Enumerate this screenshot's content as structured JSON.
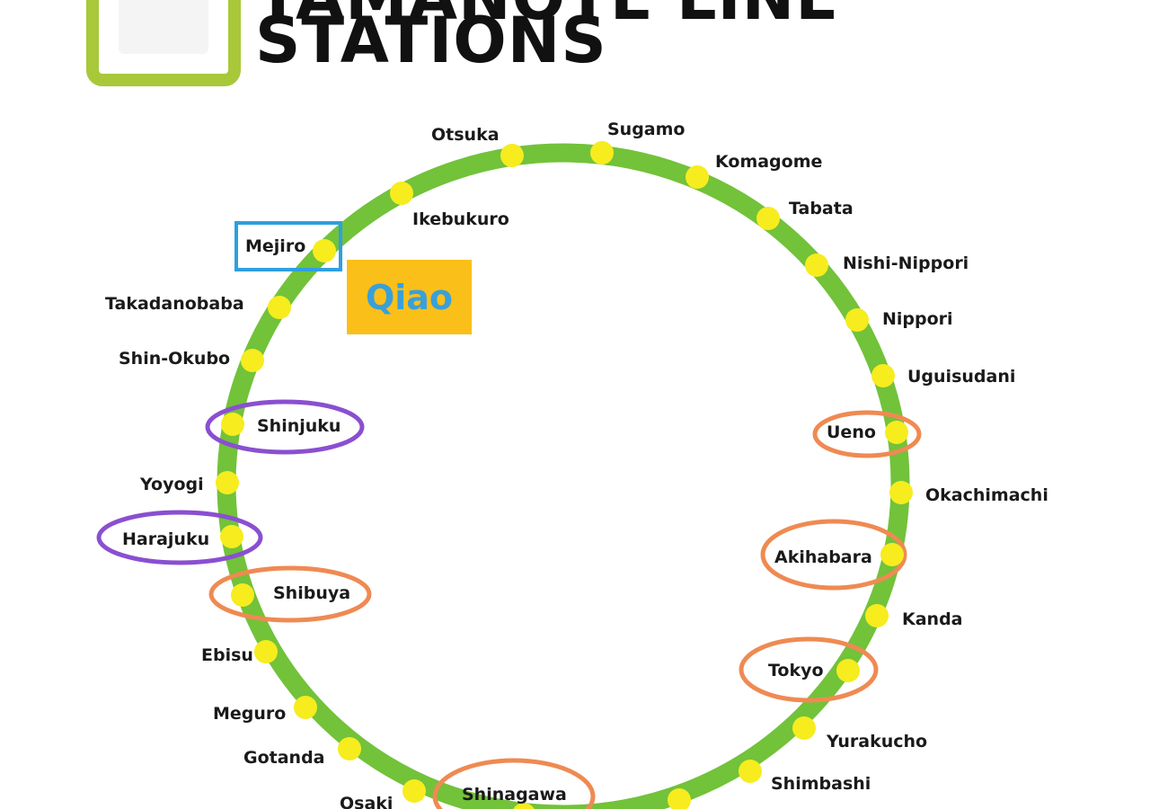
{
  "header": {
    "title_line1": "YAMANOTE LINE",
    "title_line2": "STATIONS"
  },
  "badge": {
    "text": "Qiao"
  },
  "colors": {
    "line": "#72c23a",
    "station": "#f6ec1e",
    "frame": "#a8c83a",
    "highlight_orange": "#ef8a52",
    "highlight_purple": "#8a4fd0",
    "highlight_blue": "#2f9fe0",
    "badge_bg": "#fbbf1a",
    "badge_text": "#3aa0d8"
  },
  "stations": [
    {
      "name": "Otsuka",
      "highlight": null
    },
    {
      "name": "Sugamo",
      "highlight": null
    },
    {
      "name": "Komagome",
      "highlight": null
    },
    {
      "name": "Tabata",
      "highlight": null
    },
    {
      "name": "Nishi-Nippori",
      "highlight": null
    },
    {
      "name": "Nippori",
      "highlight": null
    },
    {
      "name": "Uguisudani",
      "highlight": null
    },
    {
      "name": "Ueno",
      "highlight": "orange"
    },
    {
      "name": "Okachimachi",
      "highlight": null
    },
    {
      "name": "Akihabara",
      "highlight": "orange"
    },
    {
      "name": "Kanda",
      "highlight": null
    },
    {
      "name": "Tokyo",
      "highlight": "orange"
    },
    {
      "name": "Yurakucho",
      "highlight": null
    },
    {
      "name": "Shimbashi",
      "highlight": null
    },
    {
      "name": "",
      "highlight": null
    },
    {
      "name": "Shinagawa",
      "highlight": "orange"
    },
    {
      "name": "Osaki",
      "highlight": null
    },
    {
      "name": "Gotanda",
      "highlight": null
    },
    {
      "name": "Meguro",
      "highlight": null
    },
    {
      "name": "Ebisu",
      "highlight": null
    },
    {
      "name": "Shibuya",
      "highlight": "orange"
    },
    {
      "name": "Harajuku",
      "highlight": "purple"
    },
    {
      "name": "Yoyogi",
      "highlight": null
    },
    {
      "name": "Shinjuku",
      "highlight": "purple"
    },
    {
      "name": "Shin-Okubo",
      "highlight": null
    },
    {
      "name": "Takadanobaba",
      "highlight": null
    },
    {
      "name": "Mejiro",
      "highlight": "blue"
    },
    {
      "name": "Ikebukuro",
      "highlight": null
    }
  ]
}
